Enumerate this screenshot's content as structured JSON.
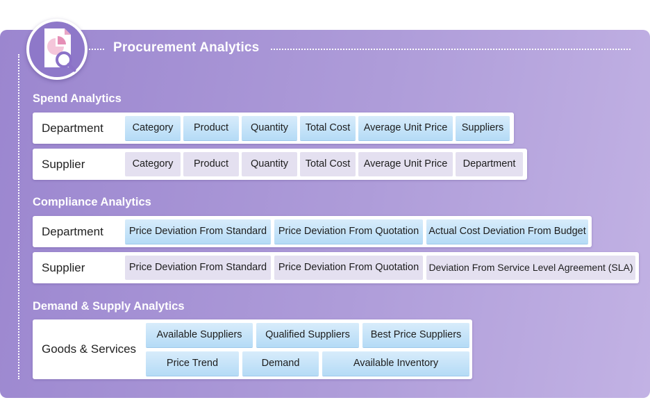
{
  "title": "Procurement Analytics",
  "icon": "document-chart-magnifier-icon",
  "colors": {
    "panel": "#ab98d8",
    "chip_highlight": "#c4e2f8",
    "chip_neutral": "#e4e0f0",
    "text": "#ffffff"
  },
  "sections": {
    "spend": {
      "title": "Spend Analytics",
      "rows": [
        {
          "label": "Department",
          "chips": [
            "Category",
            "Product",
            "Quantity",
            "Total Cost",
            "Average Unit Price",
            "Suppliers"
          ]
        },
        {
          "label": "Supplier",
          "chips": [
            "Category",
            "Product",
            "Quantity",
            "Total Cost",
            "Average  Unit Price",
            "Department"
          ]
        }
      ]
    },
    "compliance": {
      "title": "Compliance Analytics",
      "rows": [
        {
          "label": "Department",
          "chips": [
            "Price Deviation From Standard",
            "Price Deviation From Quotation",
            "Actual Cost Deviation From Budget"
          ]
        },
        {
          "label": "Supplier",
          "chips": [
            "Price Deviation From Standard",
            "Price Deviation From Quotation",
            "Deviation From Service Level Agreement (SLA)"
          ]
        }
      ]
    },
    "demand": {
      "title": "Demand & Supply Analytics",
      "label": "Goods & Services",
      "row1": [
        "Available Suppliers",
        "Qualified Suppliers",
        "Best Price Suppliers"
      ],
      "row2": [
        "Price Trend",
        "Demand",
        "Available Inventory"
      ]
    }
  }
}
